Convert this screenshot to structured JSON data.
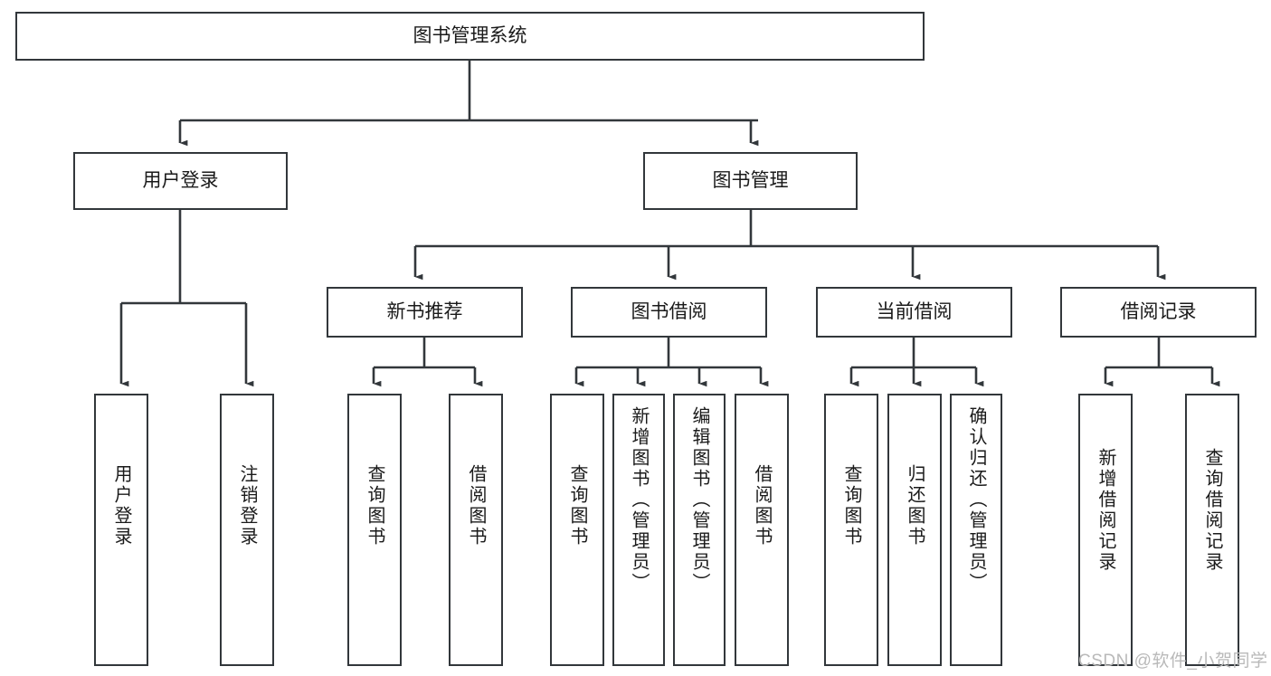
{
  "diagram": {
    "title": "图书管理系统",
    "type": "tree-hierarchy",
    "watermark": "CSDN @软件_小贺同学",
    "colors": {
      "border": "#32373b",
      "background": "#ffffff",
      "text": "#1a1a1a",
      "watermark": "#b9b9b9"
    },
    "nodes": {
      "root": {
        "label": "图书管理系统"
      },
      "level1": [
        {
          "id": "user-login",
          "label": "用户登录"
        },
        {
          "id": "book-manage",
          "label": "图书管理"
        }
      ],
      "level2": [
        {
          "id": "new-book-recommend",
          "label": "新书推荐"
        },
        {
          "id": "book-borrow",
          "label": "图书借阅"
        },
        {
          "id": "current-borrow",
          "label": "当前借阅"
        },
        {
          "id": "borrow-record",
          "label": "借阅记录"
        }
      ],
      "leaves": [
        {
          "id": "leaf-user-login",
          "label": "用户登录",
          "parent": "user-login"
        },
        {
          "id": "leaf-logout-login",
          "label": "注销登录",
          "parent": "user-login"
        },
        {
          "id": "leaf-query-book-1",
          "label": "查询图书",
          "parent": "new-book-recommend"
        },
        {
          "id": "leaf-borrow-book-1",
          "label": "借阅图书",
          "parent": "new-book-recommend"
        },
        {
          "id": "leaf-query-book-2",
          "label": "查询图书",
          "parent": "book-borrow"
        },
        {
          "id": "leaf-add-book",
          "label": "新增图书（管理员）",
          "parent": "book-borrow"
        },
        {
          "id": "leaf-edit-book",
          "label": "编辑图书（管理员）",
          "parent": "book-borrow"
        },
        {
          "id": "leaf-borrow-book-2",
          "label": "借阅图书",
          "parent": "book-borrow"
        },
        {
          "id": "leaf-query-book-3",
          "label": "查询图书",
          "parent": "current-borrow"
        },
        {
          "id": "leaf-return-book",
          "label": "归还图书",
          "parent": "current-borrow"
        },
        {
          "id": "leaf-confirm-return",
          "label": "确认归还（管理员）",
          "parent": "current-borrow"
        },
        {
          "id": "leaf-add-record",
          "label": "新增借阅记录",
          "parent": "borrow-record"
        },
        {
          "id": "leaf-query-record",
          "label": "查询借阅记录",
          "parent": "borrow-record"
        }
      ]
    }
  }
}
